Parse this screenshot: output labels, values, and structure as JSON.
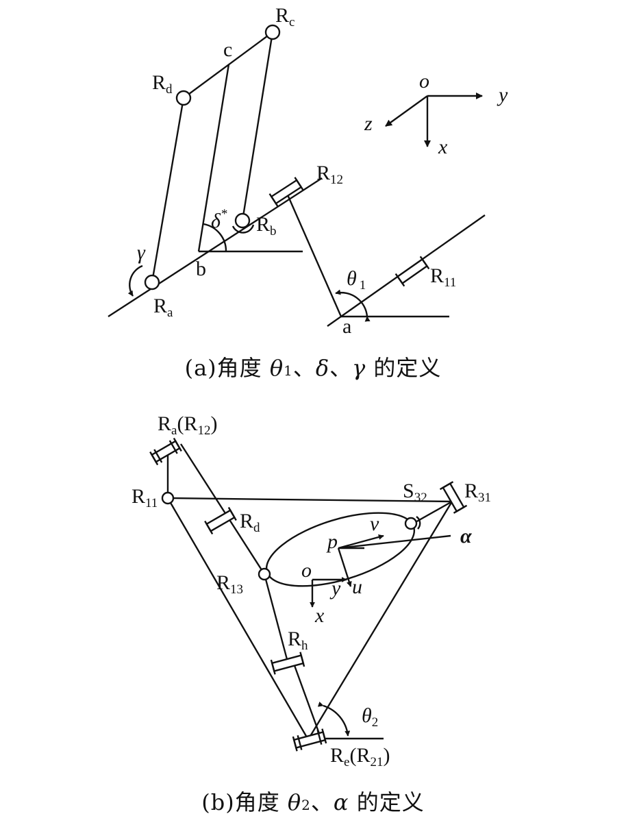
{
  "figure_a": {
    "joints": {
      "Ra": {
        "main": "R",
        "sub": "a"
      },
      "Rb": {
        "main": "R",
        "sub": "b"
      },
      "Rc": {
        "main": "R",
        "sub": "c"
      },
      "Rd": {
        "main": "R",
        "sub": "d"
      },
      "R11": {
        "main": "R",
        "sub": "11"
      },
      "R12": {
        "main": "R",
        "sub": "12"
      }
    },
    "points": {
      "a": "a",
      "b": "b",
      "c": "c"
    },
    "angles": {
      "theta": "θ",
      "theta_sub": "1",
      "delta": "δ",
      "delta_sup": "*",
      "gamma": "γ"
    },
    "axes": {
      "o": "o",
      "x": "x",
      "y": "y",
      "z": "z"
    },
    "caption": {
      "open": "(a)角度 ",
      "theta": "θ",
      "theta_sub": "1",
      "sep1": "、",
      "delta": "δ",
      "sep2": "、",
      "gamma": "γ",
      "tail": " 的定义"
    }
  },
  "figure_b": {
    "joints": {
      "Ra_R12": {
        "main": "R",
        "sub1": "a",
        "paren_open": "(R",
        "sub2": "12",
        "paren_close": ")"
      },
      "R11": {
        "main": "R",
        "sub": "11"
      },
      "S32": {
        "main": "S",
        "sub": "32"
      },
      "R31": {
        "main": "R",
        "sub": "31"
      },
      "Rd": {
        "main": "R",
        "sub": "d"
      },
      "R13": {
        "main": "R",
        "sub": "13"
      },
      "Rh": {
        "main": "R",
        "sub": "h"
      },
      "Re_R21": {
        "main": "R",
        "sub1": "e",
        "paren_open": "(R",
        "sub2": "21",
        "paren_close": ")"
      }
    },
    "axes": {
      "p": "p",
      "v": "v",
      "u": "u",
      "alpha": "α",
      "o": "o",
      "x": "x",
      "y": "y"
    },
    "angles": {
      "theta": "θ",
      "theta_sub": "2"
    },
    "caption": {
      "open": "(b)角度 ",
      "theta": "θ",
      "theta_sub": "2",
      "sep1": "、",
      "alpha": "α",
      "tail": " 的定义"
    }
  }
}
